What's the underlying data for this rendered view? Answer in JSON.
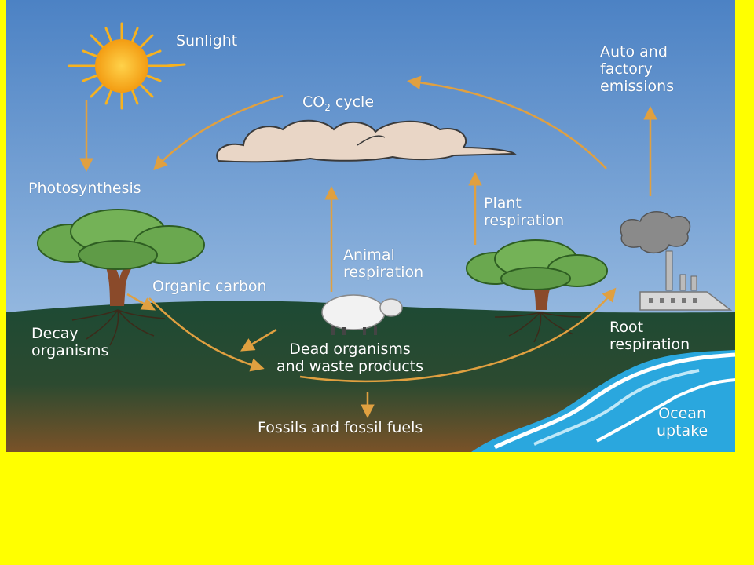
{
  "labels": {
    "sunlight": "Sunlight",
    "co2_prefix": "CO",
    "co2_sub": "2",
    "co2_suffix": " cycle",
    "auto_emissions": "Auto and\nfactory\nemissions",
    "photosynthesis": "Photosynthesis",
    "plant_respiration": "Plant\nrespiration",
    "animal_respiration": "Animal\nrespiration",
    "organic_carbon": "Organic carbon",
    "decay_organisms": "Decay\norganisms",
    "dead_organisms": "Dead organisms\nand waste products",
    "root_respiration": "Root\nrespiration",
    "fossils": "Fossils and fossil fuels",
    "ocean_uptake": "Ocean\nuptake"
  },
  "colors": {
    "background": "#ffff00",
    "sky_top": "#4f86c6",
    "sky_bottom": "#8ab0dc",
    "ground_top": "#1f4a33",
    "ground_bottom": "#6b4a2a",
    "arrow": "#e0a040",
    "ocean": "#28a8e0",
    "sun": "#f7b21e",
    "tree_canopy": "#6aa84f",
    "trunk": "#8a4a2a"
  }
}
